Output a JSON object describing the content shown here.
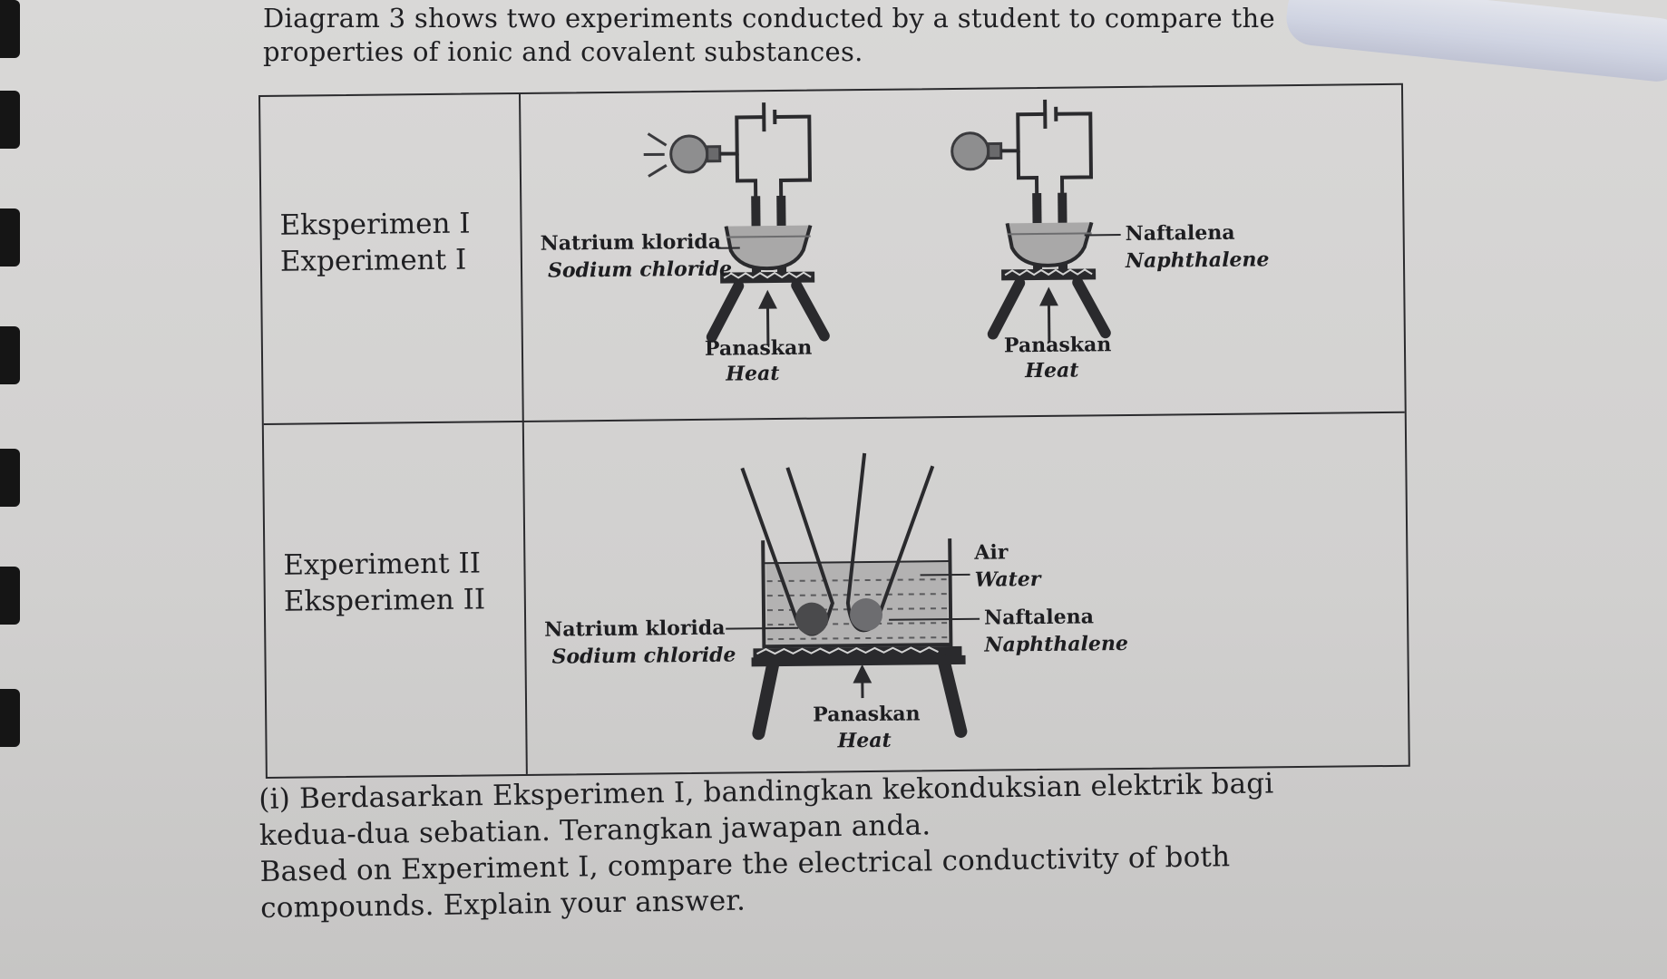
{
  "intro": {
    "line1": "Diagram 3 shows two experiments conducted by a student to compare the",
    "line2": "properties of ionic and covalent substances."
  },
  "table": {
    "row1": {
      "label_ms": "Eksperimen I",
      "label_en": "Experiment I",
      "left_setup": {
        "substance_ms": "Natrium klorida",
        "substance_en": "Sodium chloride",
        "heat_ms": "Panaskan",
        "heat_en": "Heat"
      },
      "right_setup": {
        "substance_ms": "Naftalena",
        "substance_en": "Naphthalene",
        "heat_ms": "Panaskan",
        "heat_en": "Heat"
      }
    },
    "row2": {
      "label_en": "Experiment II",
      "label_ms": "Eksperimen II",
      "water_ms": "Air",
      "water_en": "Water",
      "left_substance_ms": "Natrium klorida",
      "left_substance_en": "Sodium chloride",
      "right_substance_ms": "Naftalena",
      "right_substance_en": "Naphthalene",
      "heat_ms": "Panaskan",
      "heat_en": "Heat"
    }
  },
  "question": {
    "line1": "(i) Berdasarkan Eksperimen I, bandingkan kekonduksian elektrik bagi",
    "line2": "kedua-dua sebatian. Terangkan jawapan anda.",
    "line3": "Based on Experiment I, compare the electrical conductivity of both",
    "line4": "compounds. Explain your answer."
  },
  "icons": [
    "glowing-bulb-icon",
    "unlit-bulb-icon",
    "battery-icon",
    "tripod-icon",
    "wire-gauze-icon",
    "boiling-tube-icon"
  ]
}
